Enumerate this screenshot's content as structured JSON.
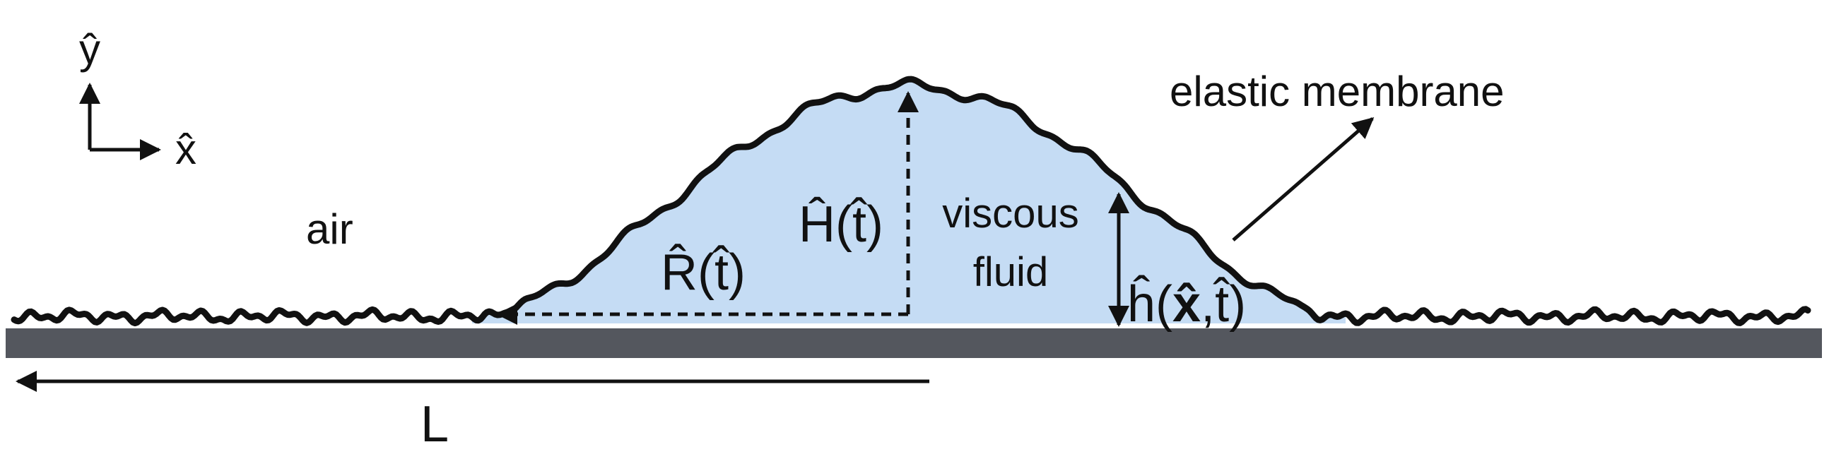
{
  "labels": {
    "axis_y": "ŷ",
    "axis_x": "x̂",
    "air": "air",
    "membrane": "elastic membrane",
    "radius": "R̂(t̂)",
    "height": "Ĥ(t̂)",
    "fluid_line1": "viscous",
    "fluid_line2": "fluid",
    "thickness_prefix": "ĥ(",
    "thickness_bold": "x̂",
    "thickness_suffix": ",t̂)",
    "length": "L"
  },
  "colors": {
    "fluid": "#c5dcf4",
    "substrate": "#54575e",
    "ink": "#111111",
    "background": "#ffffff"
  }
}
